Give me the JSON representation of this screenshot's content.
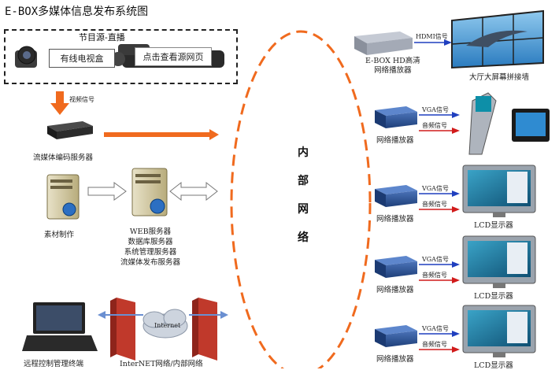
{
  "title": "E-BOX多媒体信息发布系统图",
  "source": {
    "heading": "节目源-直播",
    "cable_tv": "有线电视盒",
    "view_source": "点击查看源网页"
  },
  "video_signal": "视频信号",
  "encoder": "流媒体编码服务器",
  "material": "素材制作",
  "servers": [
    "WEB服务器",
    "数据库服务器",
    "系统管理服务器",
    "流媒体发布服务器"
  ],
  "remote": "远程控制管理终端",
  "internet_label": "InterNET网络/内部网络",
  "internet_cloud": "Internet",
  "network_chars": [
    "内",
    "部",
    "网",
    "络"
  ],
  "hd_player": [
    "E-BOX HD高清",
    "网络播放器"
  ],
  "hdmi": "HDMI信号",
  "videowall": "大厅大屏幕拼接墙",
  "players": [
    "网络播放器",
    "网络播放器",
    "网络播放器",
    "网络播放器"
  ],
  "vga": "VGA信号",
  "audio": "音频信号",
  "lcd": "LCD显示器",
  "colors": {
    "orange": "#f06a1e",
    "blue": "#1f3fbf",
    "red": "#d11b1b"
  }
}
